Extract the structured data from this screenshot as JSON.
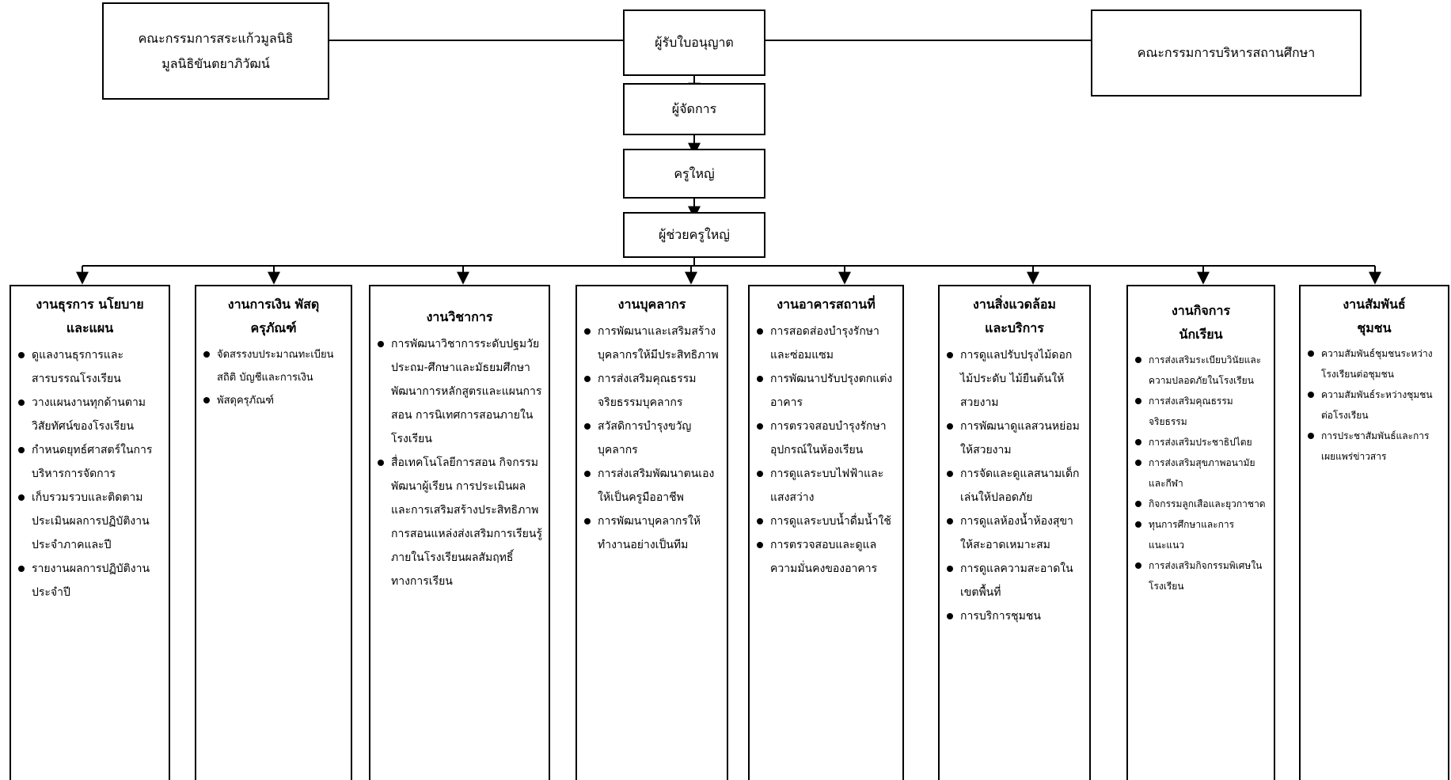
{
  "header": {
    "committee_left": [
      "คณะกรรมการสระแก้วมูลนิธิ",
      "มูลนิธิขันตยาภิวัฒน์"
    ],
    "licensee": "ผู้รับใบอนุญาต",
    "committee_right": "คณะกรรมการบริหารสถานศึกษา",
    "manager": "ผู้จัดการ",
    "principal": "ครูใหญ่",
    "assistant_principal": "ผู้ช่วยครูใหญ่"
  },
  "departments": [
    {
      "title": [
        "งานธุรการ นโยบาย",
        "และแผน"
      ],
      "items": [
        "ดูแลงานธุรการและสารบรรณโรงเรียน",
        "วางแผนงานทุกด้านตามวิสัยทัศน์ของโรงเรียน",
        "กำหนดยุทธ์ศาสตร์ในการบริหารการจัดการ",
        "เก็บรวมรวบและติดตามประเมินผลการปฏิบัติงานประจำภาคและปี",
        "รายงานผลการปฏิบัติงานประจำปี"
      ]
    },
    {
      "title": [
        "งานการเงิน พัสดุ",
        "ครุภัณฑ์"
      ],
      "items": [
        "จัดสรรงบประมาณทะเบียน สถิติ บัญชีและการเงิน",
        "พัสดุครุภัณฑ์"
      ]
    },
    {
      "title": [
        "งานวิชาการ"
      ],
      "items": [
        "การพัฒนาวิชาการระดับปฐมวัย ประถม-ศึกษาและมัธยมศึกษา พัฒนาการหลักสูตรและแผนการสอน การนิเทศการสอนภายในโรงเรียน",
        "สื่อเทคโนโลยีการสอน กิจกรรมพัฒนาผู้เรียน การประเมินผลและการเสริมสร้างประสิทธิภาพการสอนแหล่งส่งเสริมการเรียนรู้ภายในโรงเรียนผลสัมฤทธิ์ทางการเรียน"
      ]
    },
    {
      "title": [
        "งานบุคลากร"
      ],
      "items": [
        "การพัฒนาและเสริมสร้างบุคลากรให้มีประสิทธิภาพ",
        "การส่งเสริมคุณธรรมจริยธรรมบุคลากร",
        "สวัสดิการบำรุงขวัญบุคลากร",
        "การส่งเสริมพัฒนาตนเองให้เป็นครูมืออาชีพ",
        "การพัฒนาบุคลากรให้ทำงานอย่างเป็นทีม"
      ]
    },
    {
      "title": [
        "งานอาคารสถานที่"
      ],
      "items": [
        "การสอดส่องบำรุงรักษาและซ่อมแซม",
        "การพัฒนาปรับปรุงตกแต่งอาคาร",
        "การตรวจสอบบำรุงรักษาอุปกรณ์ในห้องเรียน",
        "การดูแลระบบไฟฟ้าและแสงสว่าง",
        "การดูแลระบบน้ำดื่มน้ำใช้",
        "การตรวจสอบและดูแล ความมั่นคงของอาคาร"
      ]
    },
    {
      "title": [
        "งานสิ่งแวดล้อม",
        "และบริการ"
      ],
      "items": [
        "การดูแลปรับปรุงไม้ดอก ไม้ประดับ ไม้ยืนต้นให้สวยงาม",
        "การพัฒนาดูแลสวนหย่อมให้สวยงาม",
        "การจัดและดูแลสนามเด็กเล่นให้ปลอดภัย",
        "การดูแลห้องน้ำห้องสุขา ให้สะอาดเหมาะสม",
        "การดูแลความสะอาดในเขตพื้นที่",
        "การบริการชุมชน"
      ]
    },
    {
      "title": [
        "งานกิจการ",
        "นักเรียน"
      ],
      "items": [
        "การส่งเสริมระเบียบวินัยและความปลอดภัยในโรงเรียน",
        "การส่งเสริมคุณธรรมจริยธรรม",
        "การส่งเสริมประชาธิปไตย",
        "การส่งเสริมสุขภาพอนามัยและกีฬา",
        "กิจกรรมลูกเสือและยุวกาชาด",
        "ทุนการศึกษาและการแนะแนว",
        "การส่งเสริมกิจกรรมพิเศษในโรงเรียน"
      ]
    },
    {
      "title": [
        "งานสัมพันธ์",
        "ชุมชน"
      ],
      "items": [
        "ความสัมพันธ์ชุมชนระหว่างโรงเรียนต่อชุมชน",
        "ความสัมพันธ์ระหว่างชุมชนต่อโรงเรียน",
        "การประชาสัมพันธ์และการเผยแพร่ข่าวสาร"
      ]
    }
  ]
}
